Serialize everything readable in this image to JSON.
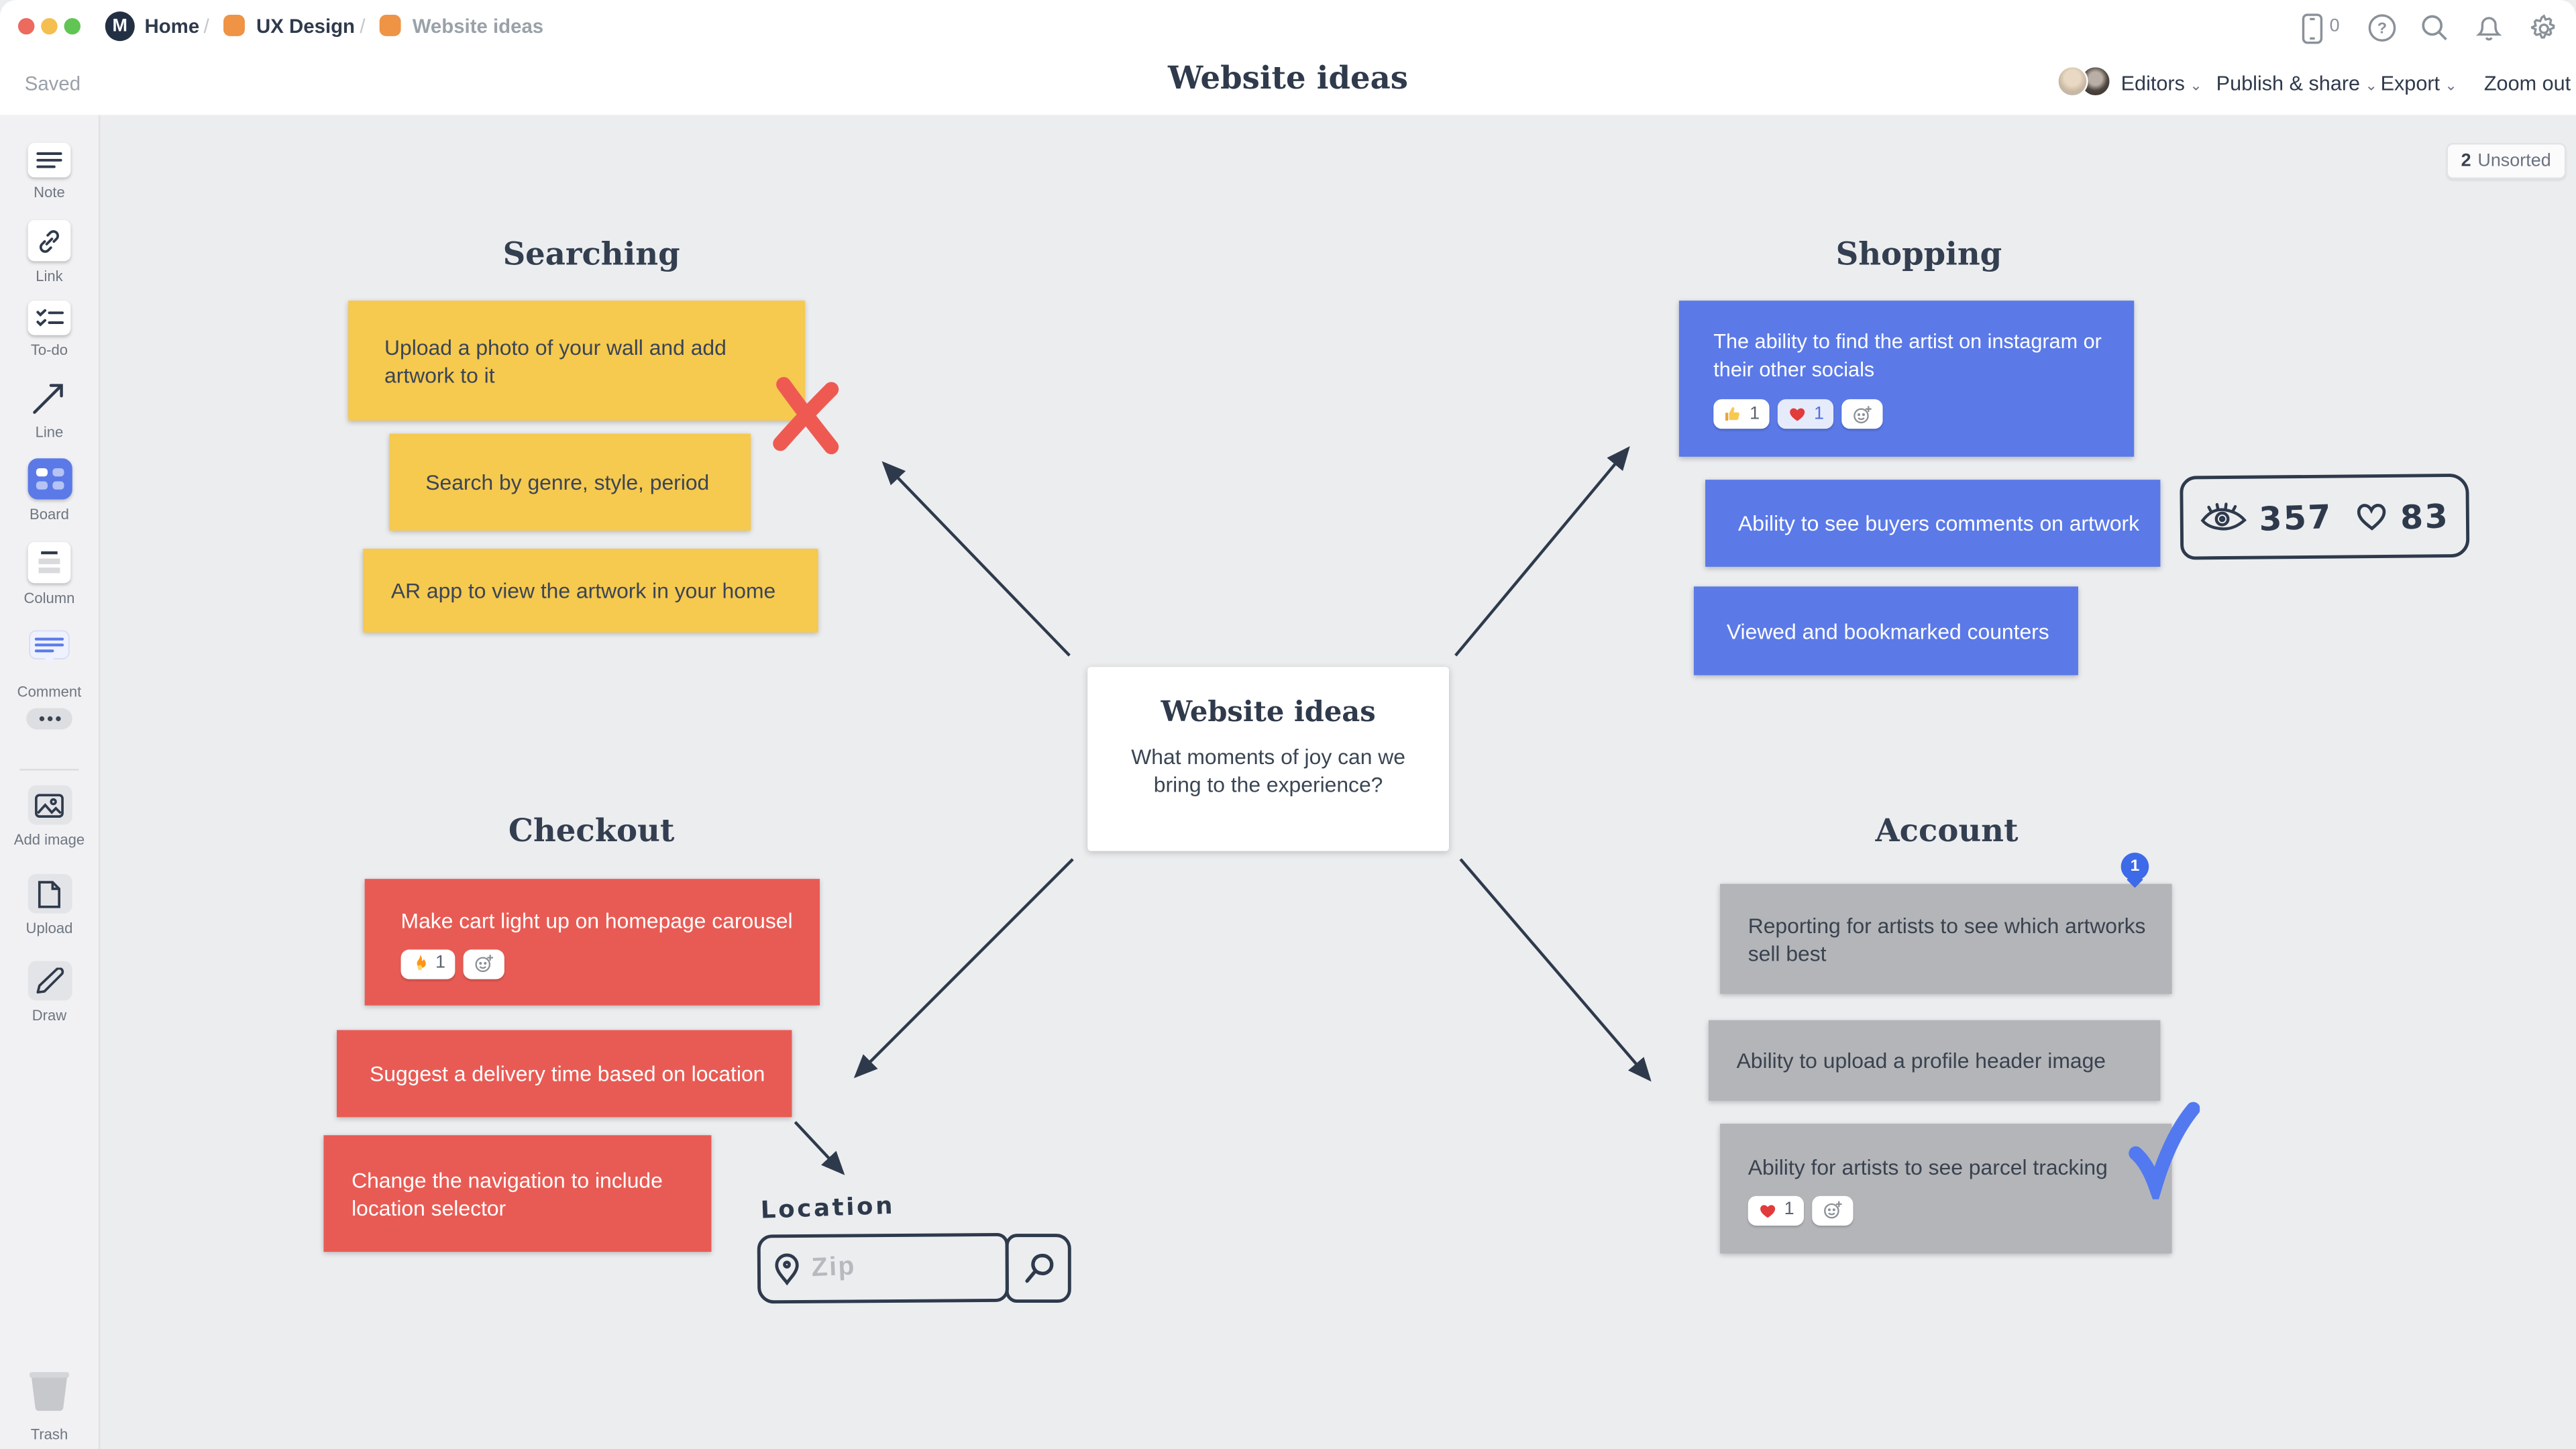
{
  "window": {
    "status": "Saved",
    "title": "Website ideas"
  },
  "breadcrumb": {
    "separator": "/",
    "items": [
      {
        "label": "Home"
      },
      {
        "label": "UX Design"
      },
      {
        "label": "Website ideas"
      }
    ]
  },
  "topbar": {
    "mobile_count": "0"
  },
  "actions": {
    "editors": "Editors",
    "publish_share": "Publish & share",
    "export": "Export",
    "zoom_out": "Zoom out",
    "chevron": "⌄"
  },
  "sidebar": {
    "tools": [
      {
        "label": "Note"
      },
      {
        "label": "Link"
      },
      {
        "label": "To-do"
      },
      {
        "label": "Line"
      },
      {
        "label": "Board"
      },
      {
        "label": "Column"
      },
      {
        "label": "Comment"
      }
    ],
    "add_image": "Add image",
    "upload": "Upload",
    "draw": "Draw",
    "trash": "Trash"
  },
  "canvas": {
    "unsorted_badge": {
      "count": "2",
      "label": "Unsorted"
    },
    "center_card": {
      "title": "Website ideas",
      "question": "What moments of joy can we bring to the experience?"
    },
    "sections": {
      "searching": {
        "title": "Searching",
        "notes": [
          {
            "text": "Upload a photo of your wall and add artwork to it"
          },
          {
            "text": "Search by genre, style, period"
          },
          {
            "text": "AR app to view the artwork in your home"
          }
        ]
      },
      "shopping": {
        "title": "Shopping",
        "notes": [
          {
            "text": "The ability to find the artist on instagram or their other socials",
            "reactions": [
              {
                "name": "thumbs-up",
                "count": "1"
              },
              {
                "name": "heart",
                "count": "1"
              },
              {
                "name": "add-reaction"
              }
            ]
          },
          {
            "text": "Ability to see buyers comments on artwork"
          },
          {
            "text": "Viewed and bookmarked counters"
          }
        ]
      },
      "checkout": {
        "title": "Checkout",
        "notes": [
          {
            "text": "Make cart light up on homepage carousel",
            "reactions": [
              {
                "name": "fire",
                "count": "1"
              },
              {
                "name": "add-reaction"
              }
            ]
          },
          {
            "text": "Suggest a delivery time based on location"
          },
          {
            "text": "Change the navigation to include location selector"
          }
        ]
      },
      "account": {
        "title": "Account",
        "notes": [
          {
            "text": "Reporting for artists to see which artworks sell best",
            "comment_badge": "1"
          },
          {
            "text": "Ability to upload a profile header image"
          },
          {
            "text": "Ability for artists to see parcel tracking",
            "reactions": [
              {
                "name": "heart",
                "count": "1"
              },
              {
                "name": "add-reaction"
              }
            ]
          }
        ]
      }
    },
    "doodles": {
      "counters": {
        "views": "357",
        "likes": "83"
      },
      "location": {
        "label": "Location",
        "placeholder": "Zip"
      }
    }
  },
  "colors": {
    "note_yellow": "#F6C94F",
    "note_blue": "#5B7AE8",
    "note_red": "#E85B54",
    "note_gray": "#B3B5B9",
    "ink": "#2E3A4C",
    "accent_blue": "#3D6AE8",
    "doodle_red": "#EE5A52",
    "doodle_blue": "#5279F0",
    "canvas_bg": "#ECEDEF",
    "traffic_red": "#EC6A5E",
    "traffic_yellow": "#F4BF4F",
    "traffic_green": "#61C554"
  }
}
